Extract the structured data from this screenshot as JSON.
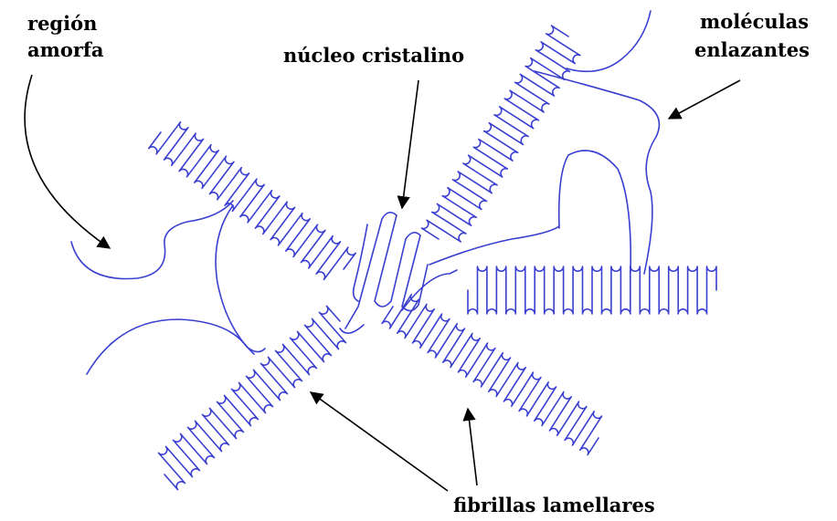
{
  "labels": {
    "amorphous_line1": "región",
    "amorphous_line2": "amorfa",
    "crystal_nucleus": "núcleo cristalino",
    "tie_molecules_line1": "moléculas",
    "tie_molecules_line2": "enlazantes",
    "lamellar_fibrils": "fibrillas lamellares"
  },
  "colors": {
    "chain": "#3a3fd0",
    "arrow": "#000000",
    "background": "#ffffff"
  }
}
